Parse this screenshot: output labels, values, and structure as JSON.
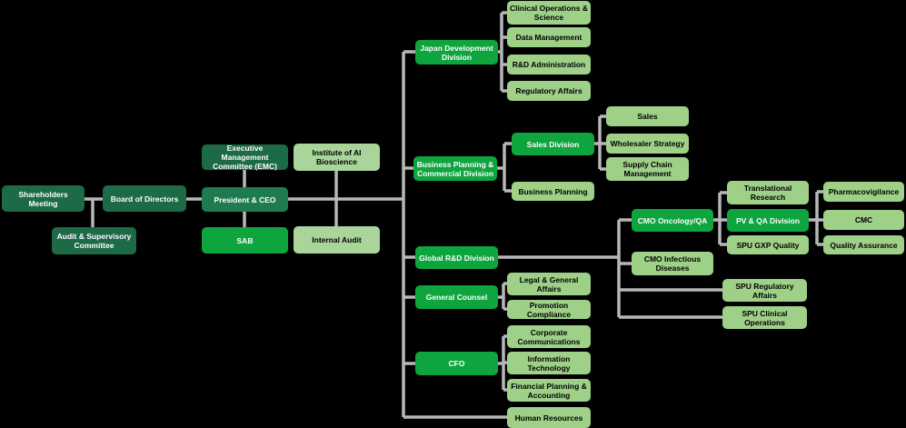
{
  "colors": {
    "background": "#000000",
    "dark_green": "#1d6a46",
    "medium_dark_green": "#1e7b4f",
    "bright_green": "#0ea43e",
    "light_green": "#a9d59b",
    "leaf_green": "#9ed088",
    "connector_gray": "#b7b7b7",
    "text_on_green": "#ffffff",
    "text_on_light": "#000000"
  },
  "nodes": {
    "shareholders_meeting": {
      "label": "Shareholders Meeting"
    },
    "board_of_directors": {
      "label": "Board of Directors"
    },
    "audit_supervisory_committee": {
      "label": "Audit & Supervisory Committee"
    },
    "emc": {
      "label": "Executive Management Committee (EMC)"
    },
    "president_ceo": {
      "label": "President & CEO"
    },
    "sab": {
      "label": "SAB"
    },
    "institute_of_ai_bioscience": {
      "label": "Institute of AI Bioscience"
    },
    "internal_audit": {
      "label": "Internal Audit"
    },
    "japan_development_division": {
      "label": "Japan Development Division"
    },
    "clinical_operations_science": {
      "label": "Clinical Operations & Science"
    },
    "data_management": {
      "label": "Data Management"
    },
    "rd_administration": {
      "label": "R&D Administration"
    },
    "regulatory_affairs": {
      "label": "Regulatory Affairs"
    },
    "business_planning_commercial_division": {
      "label": "Business Planning & Commercial Division"
    },
    "sales_division": {
      "label": "Sales Division"
    },
    "sales": {
      "label": "Sales"
    },
    "wholesaler_strategy": {
      "label": "Wholesaler Strategy"
    },
    "supply_chain_management": {
      "label": "Supply Chain Management"
    },
    "business_planning": {
      "label": "Business Planning"
    },
    "global_rd_division": {
      "label": "Global R&D Division"
    },
    "cmo_oncology_qa": {
      "label": "CMO Oncology/QA"
    },
    "cmo_infectious_diseases": {
      "label": "CMO Infectious Diseases"
    },
    "translational_research": {
      "label": "Translational Research"
    },
    "pv_qa_division": {
      "label": "PV & QA Division"
    },
    "spu_gxp_quality": {
      "label": "SPU GXP Quality"
    },
    "pharmacovigilance": {
      "label": "Pharmacovigilance"
    },
    "cmc": {
      "label": "CMC"
    },
    "quality_assurance": {
      "label": "Quality Assurance"
    },
    "spu_regulatory_affairs": {
      "label": "SPU Regulatory Affairs"
    },
    "spu_clinical_operations": {
      "label": "SPU Clinical Operations"
    },
    "general_counsel": {
      "label": "General Counsel"
    },
    "legal_general_affairs": {
      "label": "Legal & General Affairs"
    },
    "promotion_compliance": {
      "label": "Promotion Compliance"
    },
    "cfo": {
      "label": "CFO"
    },
    "corporate_communications": {
      "label": "Corporate Communications"
    },
    "information_technology": {
      "label": "Information Technology"
    },
    "financial_planning_accounting": {
      "label": "Financial Planning & Accounting"
    },
    "human_resources": {
      "label": "Human Resources"
    }
  },
  "edges": [
    [
      "shareholders_meeting",
      "board_of_directors"
    ],
    [
      "shareholders_meeting",
      "audit_supervisory_committee"
    ],
    [
      "board_of_directors",
      "president_ceo"
    ],
    [
      "emc",
      "president_ceo"
    ],
    [
      "president_ceo",
      "sab"
    ],
    [
      "president_ceo",
      "institute_of_ai_bioscience"
    ],
    [
      "president_ceo",
      "internal_audit"
    ],
    [
      "president_ceo",
      "japan_development_division"
    ],
    [
      "president_ceo",
      "business_planning_commercial_division"
    ],
    [
      "president_ceo",
      "global_rd_division"
    ],
    [
      "president_ceo",
      "general_counsel"
    ],
    [
      "president_ceo",
      "cfo"
    ],
    [
      "president_ceo",
      "human_resources"
    ],
    [
      "japan_development_division",
      "clinical_operations_science"
    ],
    [
      "japan_development_division",
      "data_management"
    ],
    [
      "japan_development_division",
      "rd_administration"
    ],
    [
      "japan_development_division",
      "regulatory_affairs"
    ],
    [
      "business_planning_commercial_division",
      "sales_division"
    ],
    [
      "business_planning_commercial_division",
      "business_planning"
    ],
    [
      "sales_division",
      "sales"
    ],
    [
      "sales_division",
      "wholesaler_strategy"
    ],
    [
      "sales_division",
      "supply_chain_management"
    ],
    [
      "global_rd_division",
      "cmo_oncology_qa"
    ],
    [
      "global_rd_division",
      "cmo_infectious_diseases"
    ],
    [
      "global_rd_division",
      "spu_regulatory_affairs"
    ],
    [
      "global_rd_division",
      "spu_clinical_operations"
    ],
    [
      "cmo_oncology_qa",
      "translational_research"
    ],
    [
      "cmo_oncology_qa",
      "pv_qa_division"
    ],
    [
      "cmo_oncology_qa",
      "spu_gxp_quality"
    ],
    [
      "pv_qa_division",
      "pharmacovigilance"
    ],
    [
      "pv_qa_division",
      "cmc"
    ],
    [
      "pv_qa_division",
      "quality_assurance"
    ],
    [
      "general_counsel",
      "legal_general_affairs"
    ],
    [
      "general_counsel",
      "promotion_compliance"
    ],
    [
      "cfo",
      "corporate_communications"
    ],
    [
      "cfo",
      "information_technology"
    ],
    [
      "cfo",
      "financial_planning_accounting"
    ]
  ]
}
